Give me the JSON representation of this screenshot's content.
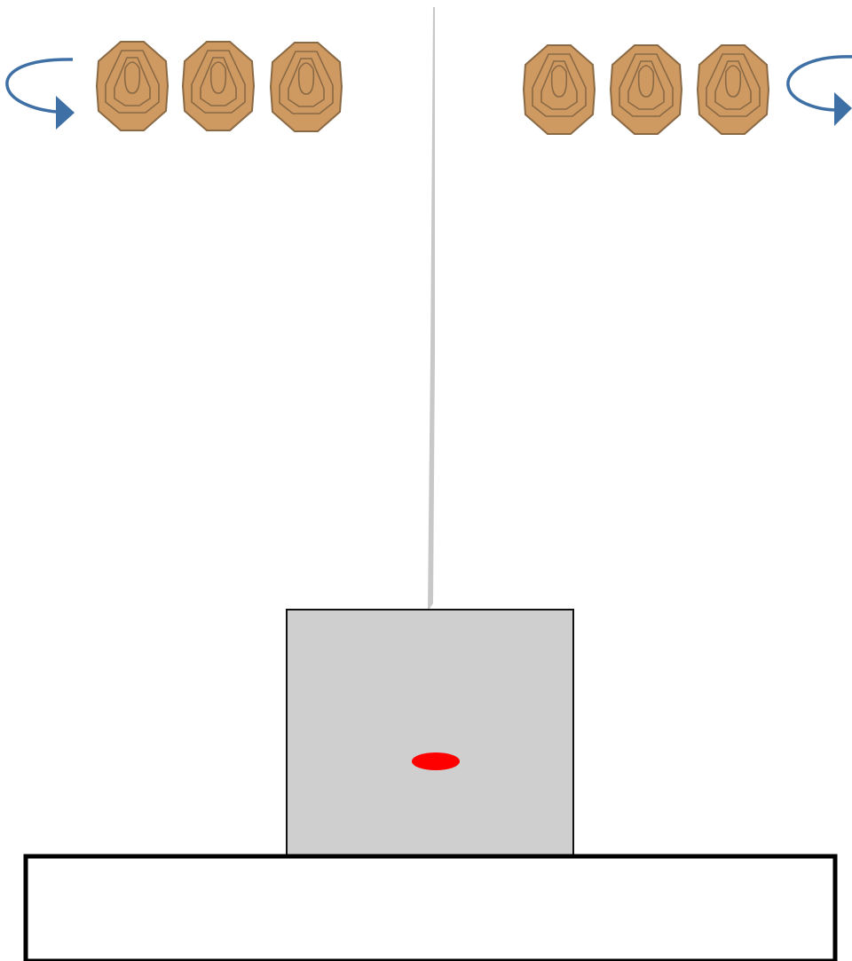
{
  "colors": {
    "background": "#ffffff",
    "target_fill": "#cf9962",
    "target_stroke": "#8a6a45",
    "arrow": "#3e6fa5",
    "divider": "#c8c8c8",
    "box_fill": "#cfcfcf",
    "box_stroke": "#111111",
    "marker": "#ff0000",
    "base_stroke": "#000000"
  },
  "icons": {
    "target": "octagon-target-icon",
    "rotate_left": "rotate-arrow-icon",
    "rotate_right": "rotate-arrow-icon",
    "marker": "red-oval-marker"
  },
  "groups": [
    {
      "side": "left",
      "target_count": 3,
      "arrow_position": "before-targets"
    },
    {
      "side": "right",
      "target_count": 3,
      "arrow_position": "after-targets"
    }
  ]
}
